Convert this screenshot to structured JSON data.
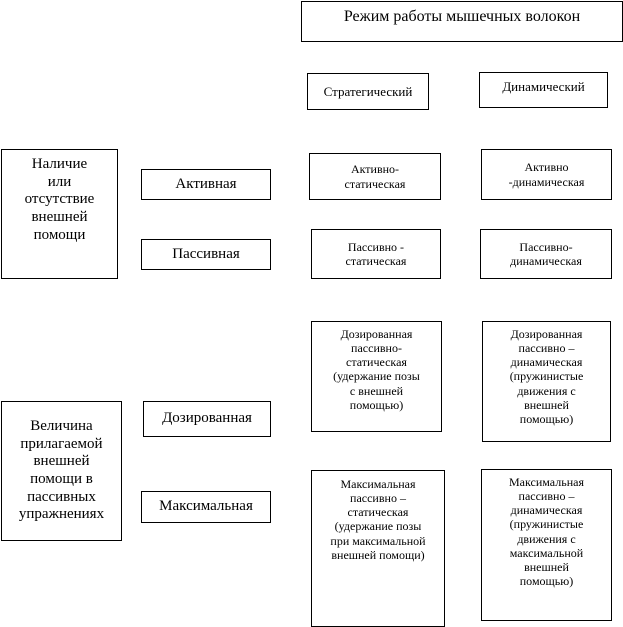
{
  "header": "Режим работы мышечных волокон",
  "columns": {
    "strategic": "Стратегический",
    "dynamic": "Динамический"
  },
  "groups": {
    "help_presence": "Наличие\nили\nотсутствие\nвнешней\nпомощи",
    "help_amount": "Величина\nприлагаемой\nвнешней\nпомощи в\nпассивных\nупражнениях"
  },
  "rows": {
    "active": "Активная",
    "passive": "Пассивная",
    "dosed": "Дозированная",
    "max": "Максимальная"
  },
  "cells": {
    "active_static": "Активно-\nстатическая",
    "active_dynamic": "Активно\n-динамическая",
    "passive_static": "Пассивно -\nстатическая",
    "passive_dynamic": "Пассивно-\nдинамическая",
    "dosed_static": "Дозированная\nпассивно-\nстатическая\n(удержание позы\nс внешней\nпомощью)",
    "dosed_dynamic": "Дозированная\nпассивно –\nдинамическая\n(пружинистые\nдвижения с\nвнешней\nпомощью)",
    "max_static": "Максимальная\nпассивно –\nстатическая\n(удержание позы\nпри максимальной\nвнешней помощи)",
    "max_dynamic": "Максимальная\nпассивно –\nдинамическая\n(пружинистые\nдвижения с\nмаксимальной\nвнешней\nпомощью)"
  }
}
